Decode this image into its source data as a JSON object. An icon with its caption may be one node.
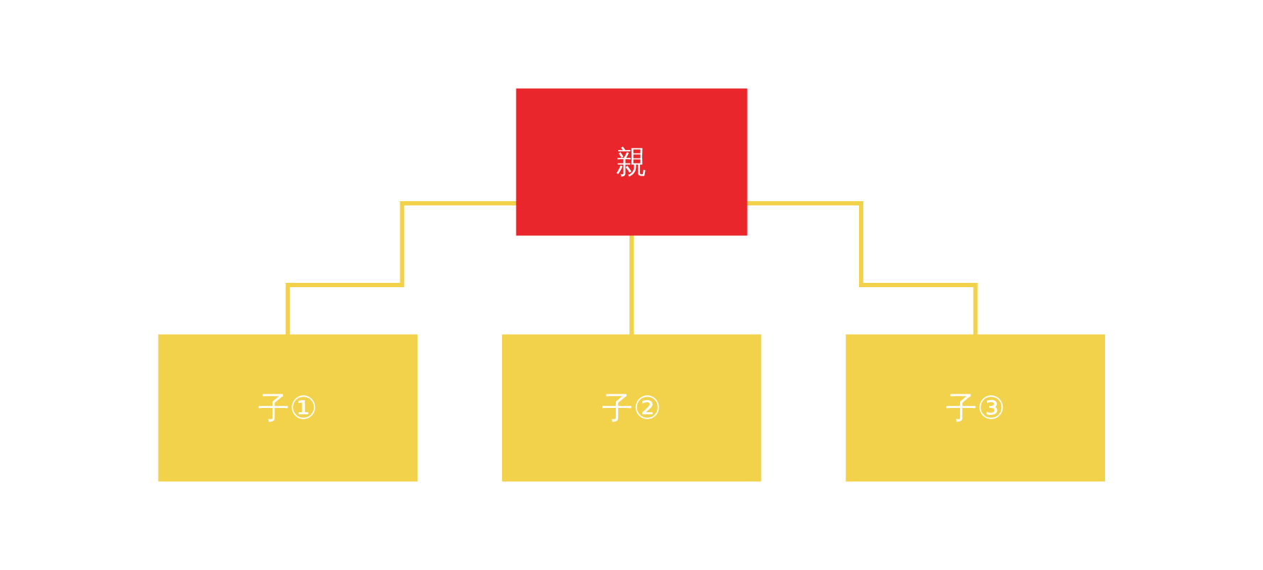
{
  "diagram": {
    "nodes": [
      {
        "text": [
          "親"
        ]
      },
      {
        "text": [
          "子①"
        ]
      },
      {
        "text": [
          "子②"
        ]
      },
      {
        "text": [
          "子③"
        ]
      }
    ],
    "edges": [
      {
        "from": 0,
        "to": 1,
        "arrow": "none"
      },
      {
        "from": 0,
        "to": 2,
        "arrow": "none"
      },
      {
        "from": 0,
        "to": 3,
        "arrow": "none"
      }
    ]
  }
}
